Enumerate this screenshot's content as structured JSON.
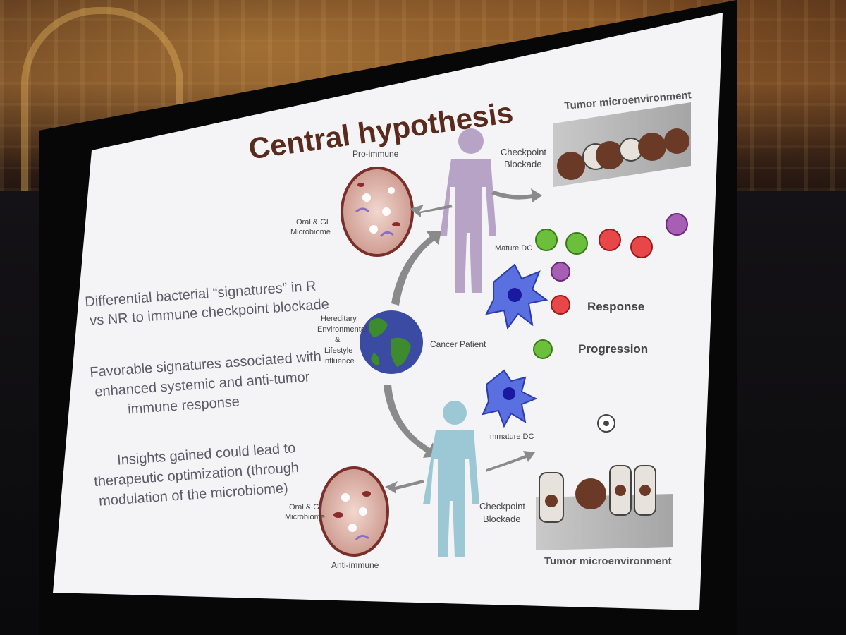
{
  "slide": {
    "title": "Central hypothesis",
    "bullets": [
      "Differential bacterial “signatures” in R",
      "vs NR to immune checkpoint blockade",
      "Favorable signatures associated with",
      "enhanced systemic and anti-tumor",
      "immune response",
      "Insights gained could lead to",
      "therapeutic optimization (through",
      "modulation of the microbiome)"
    ],
    "diagram": {
      "pro_immune": "Pro-immune",
      "anti_immune": "Anti-immune",
      "oral_gi_top_1": "Oral & GI",
      "oral_gi_top_2": "Microbiome",
      "oral_gi_bottom_1": "Oral & GI",
      "oral_gi_bottom_2": "Microbiome",
      "influence_1": "Hereditary,",
      "influence_2": "Environmental",
      "influence_3": "&",
      "influence_4": "Lifestyle",
      "influence_5": "Influence",
      "cancer_patient": "Cancer Patient",
      "checkpoint_top_1": "Checkpoint",
      "checkpoint_top_2": "Blockade",
      "checkpoint_bottom_1": "Checkpoint",
      "checkpoint_bottom_2": "Blockade",
      "tme_top": "Tumor microenvironment",
      "tme_bottom": "Tumor microenvironment",
      "mature_dc": "Mature DC",
      "immature_dc": "Immature DC",
      "response": "Response",
      "progression": "Progression"
    }
  },
  "colors": {
    "title": "#5a2a1c",
    "body_text": "#5c5a66",
    "pro_figure": "#b7a3c6",
    "anti_figure": "#9cc8d6",
    "microbiome_fill": "#ddb3a8",
    "earth_ocean": "#3b4aa3",
    "earth_land": "#3e8a2e",
    "dc_blue": "#5a6fe0",
    "cell_brown": "#6a3a26"
  }
}
